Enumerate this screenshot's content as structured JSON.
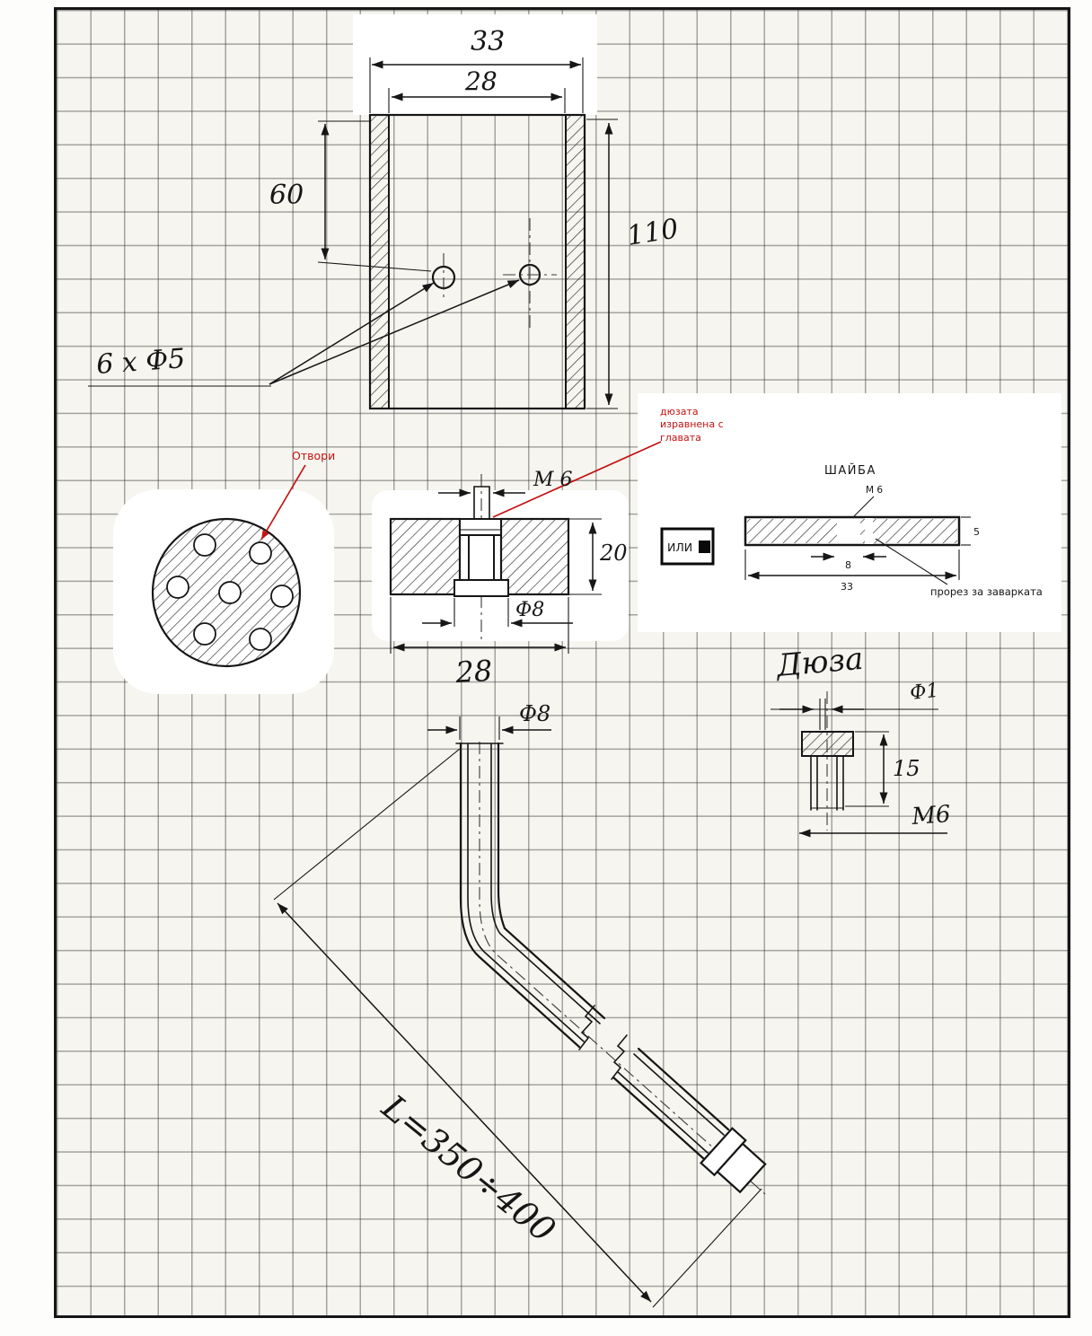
{
  "colors": {
    "ink": "#161616",
    "accent_red": "#c41212",
    "paper": "#f6f5f0"
  },
  "plate_view": {
    "dim_outer_width": "33",
    "dim_inner_width": "28",
    "dim_hole_offset": "60",
    "dim_height": "110",
    "holes_callout": "6 x Ф5"
  },
  "holes_detail": {
    "label": "Отвори"
  },
  "section_view": {
    "dim_thread": "М 6",
    "dim_depth": "20",
    "dim_bore": "Ф8",
    "dim_width": "28",
    "red_note": "дюзата изравнена с главата"
  },
  "alternative": {
    "label": "ИЛИ"
  },
  "washer_view": {
    "title": "ШАЙБА",
    "dim_thread": "М 6",
    "dim_thickness": "5",
    "dim_hole": "8",
    "dim_width": "33",
    "slot_note": "прорез за заварката"
  },
  "nozzle_view": {
    "title": "Дюза",
    "dim_bore": "Ф1",
    "dim_length": "15",
    "dim_thread": "М6"
  },
  "tube_view": {
    "dim_diameter": "Ф8",
    "dim_length": "L=350÷400"
  }
}
